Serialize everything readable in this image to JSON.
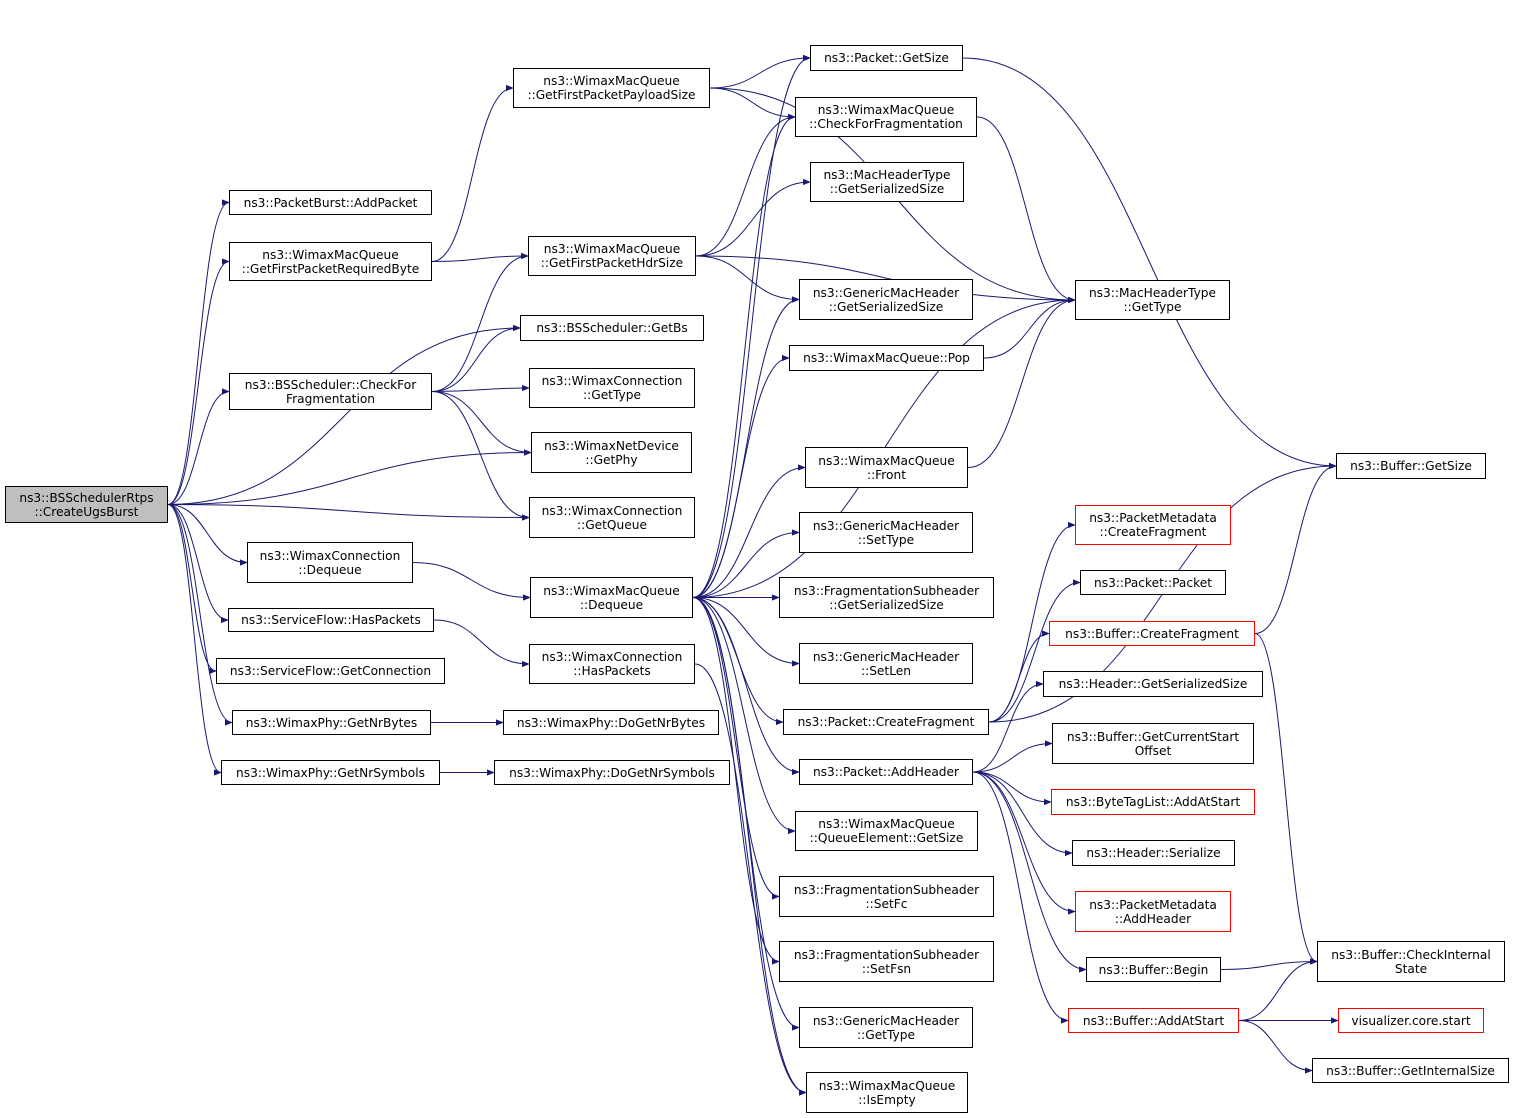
{
  "graph": {
    "edge_color": "#191970",
    "root_fill": "#bfbfbf",
    "truncated_border": "#ff0000",
    "nodes": {
      "root": [
        "ns3::BSSchedulerRtps",
        "::CreateUgsBurst"
      ],
      "pb_addpacket": [
        "ns3::PacketBurst::AddPacket"
      ],
      "wmq_getfirstpacketrequiredbyte": [
        "ns3::WimaxMacQueue",
        "::GetFirstPacketRequiredByte"
      ],
      "bss_checkforfragmentation": [
        "ns3::BSScheduler::CheckFor",
        "Fragmentation"
      ],
      "wc_dequeue": [
        "ns3::WimaxConnection",
        "::Dequeue"
      ],
      "sf_haspackets": [
        "ns3::ServiceFlow::HasPackets"
      ],
      "sf_getconnection": [
        "ns3::ServiceFlow::GetConnection"
      ],
      "wp_getnrbytes": [
        "ns3::WimaxPhy::GetNrBytes"
      ],
      "wp_getnrsymbols": [
        "ns3::WimaxPhy::GetNrSymbols"
      ],
      "wmq_getfirstpacketpayloadsize": [
        "ns3::WimaxMacQueue",
        "::GetFirstPacketPayloadSize"
      ],
      "wmq_getfirstpackethdrsize": [
        "ns3::WimaxMacQueue",
        "::GetFirstPacketHdrSize"
      ],
      "bss_getbs": [
        "ns3::BSScheduler::GetBs"
      ],
      "wc_gettype": [
        "ns3::WimaxConnection",
        "::GetType"
      ],
      "wnd_getphy": [
        "ns3::WimaxNetDevice",
        "::GetPhy"
      ],
      "wc_getqueue": [
        "ns3::WimaxConnection",
        "::GetQueue"
      ],
      "wmq_dequeue": [
        "ns3::WimaxMacQueue",
        "::Dequeue"
      ],
      "wc_haspackets": [
        "ns3::WimaxConnection",
        "::HasPackets"
      ],
      "wp_dogetnrbytes": [
        "ns3::WimaxPhy::DoGetNrBytes"
      ],
      "wp_dogetnrsymbols": [
        "ns3::WimaxPhy::DoGetNrSymbols"
      ],
      "packet_getsize": [
        "ns3::Packet::GetSize"
      ],
      "wmq_checkforfragmentation": [
        "ns3::WimaxMacQueue",
        "::CheckForFragmentation"
      ],
      "mht_getserializedsize": [
        "ns3::MacHeaderType",
        "::GetSerializedSize"
      ],
      "gmh_getserializedsize": [
        "ns3::GenericMacHeader",
        "::GetSerializedSize"
      ],
      "wmq_pop": [
        "ns3::WimaxMacQueue::Pop"
      ],
      "wmq_front": [
        "ns3::WimaxMacQueue",
        "::Front"
      ],
      "gmh_settype": [
        "ns3::GenericMacHeader",
        "::SetType"
      ],
      "fsh_getserializedsize": [
        "ns3::FragmentationSubheader",
        "::GetSerializedSize"
      ],
      "gmh_setlen": [
        "ns3::GenericMacHeader",
        "::SetLen"
      ],
      "packet_createfragment": [
        "ns3::Packet::CreateFragment"
      ],
      "packet_addheader": [
        "ns3::Packet::AddHeader"
      ],
      "wmq_qe_getsize": [
        "ns3::WimaxMacQueue",
        "::QueueElement::GetSize"
      ],
      "fsh_setfc": [
        "ns3::FragmentationSubheader",
        "::SetFc"
      ],
      "fsh_setfsn": [
        "ns3::FragmentationSubheader",
        "::SetFsn"
      ],
      "gmh_gettype": [
        "ns3::GenericMacHeader",
        "::GetType"
      ],
      "wmq_isempty": [
        "ns3::WimaxMacQueue",
        "::IsEmpty"
      ],
      "mht_gettype": [
        "ns3::MacHeaderType",
        "::GetType"
      ],
      "pm_createfragment": [
        "ns3::PacketMetadata",
        "::CreateFragment"
      ],
      "packet_packet": [
        "ns3::Packet::Packet"
      ],
      "buffer_createfragment": [
        "ns3::Buffer::CreateFragment"
      ],
      "header_getserializedsize": [
        "ns3::Header::GetSerializedSize"
      ],
      "buffer_getcurrentstartoffset": [
        "ns3::Buffer::GetCurrentStart",
        "Offset"
      ],
      "btl_addatstart": [
        "ns3::ByteTagList::AddAtStart"
      ],
      "header_serialize": [
        "ns3::Header::Serialize"
      ],
      "pm_addheader": [
        "ns3::PacketMetadata",
        "::AddHeader"
      ],
      "buffer_begin": [
        "ns3::Buffer::Begin"
      ],
      "buffer_addatstart": [
        "ns3::Buffer::AddAtStart"
      ],
      "buffer_getsize": [
        "ns3::Buffer::GetSize"
      ],
      "buffer_checkinternalstate": [
        "ns3::Buffer::CheckInternal",
        "State"
      ],
      "visualizer_core_start": [
        "visualizer.core.start"
      ],
      "buffer_getinternalsize": [
        "ns3::Buffer::GetInternalSize"
      ]
    },
    "truncated": [
      "pm_createfragment",
      "buffer_createfragment",
      "btl_addatstart",
      "pm_addheader",
      "buffer_addatstart",
      "visualizer_core_start"
    ],
    "edges": [
      [
        "root",
        "pb_addpacket"
      ],
      [
        "root",
        "wmq_getfirstpacketrequiredbyte"
      ],
      [
        "root",
        "bss_getbs"
      ],
      [
        "root",
        "bss_checkforfragmentation"
      ],
      [
        "root",
        "wnd_getphy"
      ],
      [
        "root",
        "wc_getqueue"
      ],
      [
        "root",
        "wc_dequeue"
      ],
      [
        "root",
        "sf_haspackets"
      ],
      [
        "root",
        "sf_getconnection"
      ],
      [
        "root",
        "wp_getnrbytes"
      ],
      [
        "root",
        "wp_getnrsymbols"
      ],
      [
        "wmq_getfirstpacketrequiredbyte",
        "wmq_getfirstpacketpayloadsize"
      ],
      [
        "wmq_getfirstpacketrequiredbyte",
        "wmq_getfirstpackethdrsize"
      ],
      [
        "bss_checkforfragmentation",
        "wmq_getfirstpackethdrsize"
      ],
      [
        "bss_checkforfragmentation",
        "bss_getbs"
      ],
      [
        "bss_checkforfragmentation",
        "wc_gettype"
      ],
      [
        "bss_checkforfragmentation",
        "wnd_getphy"
      ],
      [
        "bss_checkforfragmentation",
        "wc_getqueue"
      ],
      [
        "wc_dequeue",
        "wmq_dequeue"
      ],
      [
        "sf_haspackets",
        "wc_haspackets"
      ],
      [
        "wp_getnrbytes",
        "wp_dogetnrbytes"
      ],
      [
        "wp_getnrsymbols",
        "wp_dogetnrsymbols"
      ],
      [
        "wmq_getfirstpacketpayloadsize",
        "packet_getsize"
      ],
      [
        "wmq_getfirstpacketpayloadsize",
        "wmq_checkforfragmentation"
      ],
      [
        "wmq_getfirstpacketpayloadsize",
        "mht_gettype"
      ],
      [
        "wmq_getfirstpackethdrsize",
        "wmq_checkforfragmentation"
      ],
      [
        "wmq_getfirstpackethdrsize",
        "mht_getserializedsize"
      ],
      [
        "wmq_getfirstpackethdrsize",
        "gmh_getserializedsize"
      ],
      [
        "wmq_getfirstpackethdrsize",
        "mht_gettype"
      ],
      [
        "wmq_dequeue",
        "packet_getsize"
      ],
      [
        "wmq_dequeue",
        "wmq_checkforfragmentation"
      ],
      [
        "wmq_dequeue",
        "gmh_getserializedsize"
      ],
      [
        "wmq_dequeue",
        "wmq_pop"
      ],
      [
        "wmq_dequeue",
        "mht_gettype"
      ],
      [
        "wmq_dequeue",
        "wmq_front"
      ],
      [
        "wmq_dequeue",
        "gmh_settype"
      ],
      [
        "wmq_dequeue",
        "fsh_getserializedsize"
      ],
      [
        "wmq_dequeue",
        "gmh_setlen"
      ],
      [
        "wmq_dequeue",
        "packet_createfragment"
      ],
      [
        "wmq_dequeue",
        "packet_addheader"
      ],
      [
        "wmq_dequeue",
        "wmq_qe_getsize"
      ],
      [
        "wmq_dequeue",
        "fsh_setfc"
      ],
      [
        "wmq_dequeue",
        "fsh_setfsn"
      ],
      [
        "wmq_dequeue",
        "gmh_gettype"
      ],
      [
        "wmq_dequeue",
        "wmq_isempty"
      ],
      [
        "wc_haspackets",
        "wmq_isempty"
      ],
      [
        "packet_getsize",
        "buffer_getsize"
      ],
      [
        "wmq_checkforfragmentation",
        "mht_gettype"
      ],
      [
        "wmq_pop",
        "mht_gettype"
      ],
      [
        "wmq_front",
        "mht_gettype"
      ],
      [
        "packet_createfragment",
        "pm_createfragment"
      ],
      [
        "packet_createfragment",
        "packet_packet"
      ],
      [
        "packet_createfragment",
        "buffer_createfragment"
      ],
      [
        "packet_createfragment",
        "buffer_getsize"
      ],
      [
        "packet_addheader",
        "header_getserializedsize"
      ],
      [
        "packet_addheader",
        "buffer_getcurrentstartoffset"
      ],
      [
        "packet_addheader",
        "btl_addatstart"
      ],
      [
        "packet_addheader",
        "header_serialize"
      ],
      [
        "packet_addheader",
        "pm_addheader"
      ],
      [
        "packet_addheader",
        "buffer_begin"
      ],
      [
        "packet_addheader",
        "buffer_addatstart"
      ],
      [
        "buffer_createfragment",
        "buffer_getsize"
      ],
      [
        "buffer_createfragment",
        "buffer_checkinternalstate"
      ],
      [
        "buffer_begin",
        "buffer_checkinternalstate"
      ],
      [
        "buffer_addatstart",
        "buffer_checkinternalstate"
      ],
      [
        "buffer_addatstart",
        "visualizer_core_start"
      ],
      [
        "buffer_addatstart",
        "buffer_getinternalsize"
      ]
    ]
  }
}
